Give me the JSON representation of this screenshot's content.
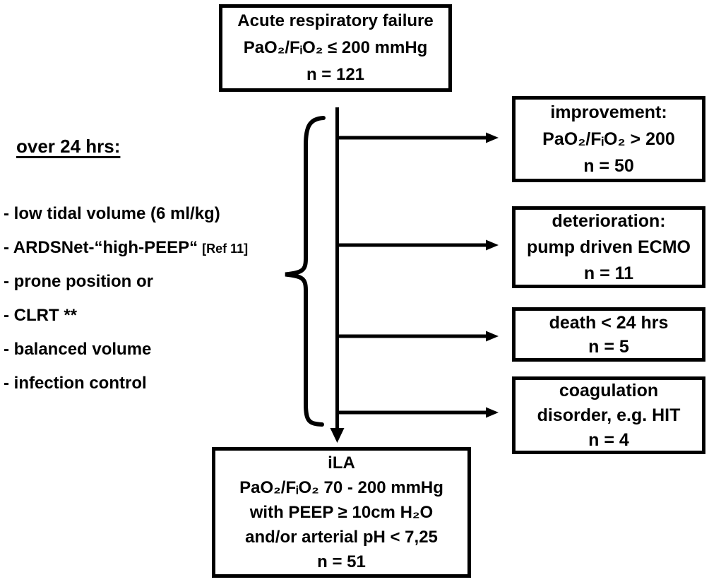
{
  "colors": {
    "background": "#ffffff",
    "ink": "#000000"
  },
  "top_box": {
    "lines": [
      "Acute respiratory failure",
      "PaO₂/FᵢO₂ ≤ 200 mmHg",
      "n = 121"
    ]
  },
  "left_panel": {
    "heading": "over 24 hrs:",
    "items": [
      "- low tidal volume (6 ml/kg)",
      "- ARDSNet-“high-PEEP“",
      "- prone position or",
      "- CLRT **",
      "- balanced volume",
      "- infection control"
    ],
    "ref_note": "[Ref 11]"
  },
  "right_boxes": [
    {
      "lines": [
        "improvement:",
        "PaO₂/FᵢO₂ > 200",
        "n = 50"
      ]
    },
    {
      "lines": [
        "deterioration:",
        "pump driven ECMO",
        "n = 11"
      ]
    },
    {
      "lines": [
        "death < 24 hrs",
        "n = 5"
      ]
    },
    {
      "lines": [
        "coagulation",
        "disorder, e.g. HIT",
        "n = 4"
      ]
    }
  ],
  "bottom_box": {
    "lines": [
      "iLA",
      "PaO₂/FᵢO₂ 70 - 200 mmHg",
      "with PEEP ≥ 10cm H₂O",
      "and/or arterial pH < 7,25",
      "n = 51"
    ]
  }
}
